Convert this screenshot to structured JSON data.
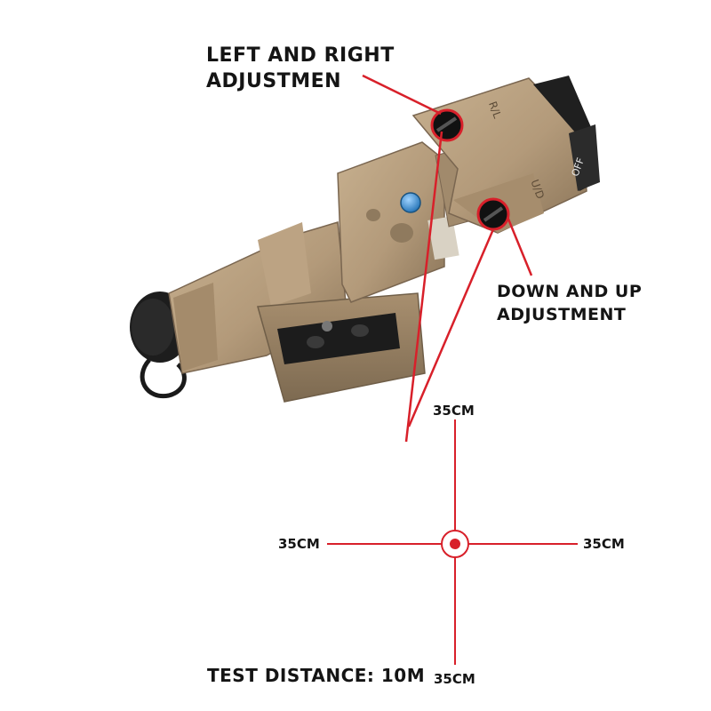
{
  "labels": {
    "left_right": [
      "LEFT AND RIGHT",
      "ADJUSTMEN"
    ],
    "down_up": [
      "DOWN AND UP",
      "ADJUSTMENT"
    ],
    "test_distance": "TEST DISTANCE: 10M"
  },
  "crosshair": {
    "top": "35CM",
    "left": "35CM",
    "right": "35CM",
    "bottom": "35CM"
  },
  "device_markings": {
    "off": "OFF",
    "rl": "R/L",
    "ud": "U/D"
  },
  "colors": {
    "device_tan": "#b39a7a",
    "device_shadow": "#8a7458",
    "pointer_red": "#d8202a",
    "knob_black": "#1a1a1a",
    "blue_button": "#2f8fd8"
  }
}
